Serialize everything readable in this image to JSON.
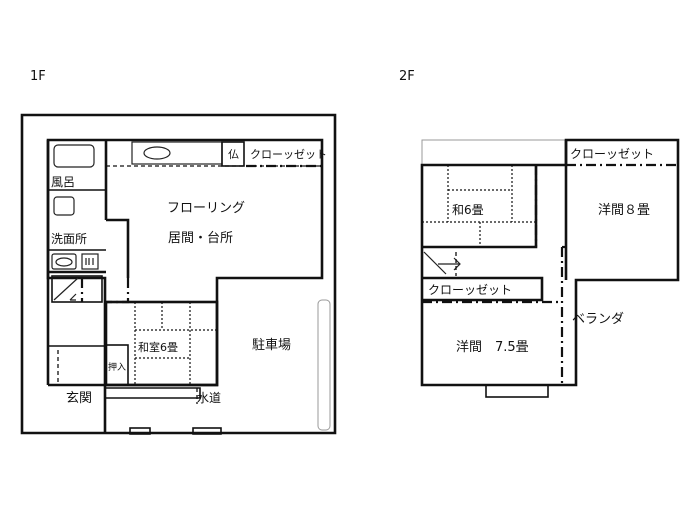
{
  "floors": [
    {
      "label": "1F",
      "rooms": {
        "bath": "風呂",
        "washroom": "洗面所",
        "flooring": "フローリング",
        "living_kitchen": "居間・台所",
        "altar": "仏",
        "closet": "クローッゼット",
        "japanese_room": "和室6畳",
        "oshiire": "押入",
        "entrance": "玄関",
        "water": "水道",
        "parking": "駐車場"
      }
    },
    {
      "label": "2F",
      "rooms": {
        "closet_top": "クローッゼット",
        "japanese_room": "和6畳",
        "western_8": "洋間８畳",
        "closet_mid": "クローッゼット",
        "veranda": "ベランダ",
        "western_75": "洋間　7.5畳"
      }
    }
  ]
}
